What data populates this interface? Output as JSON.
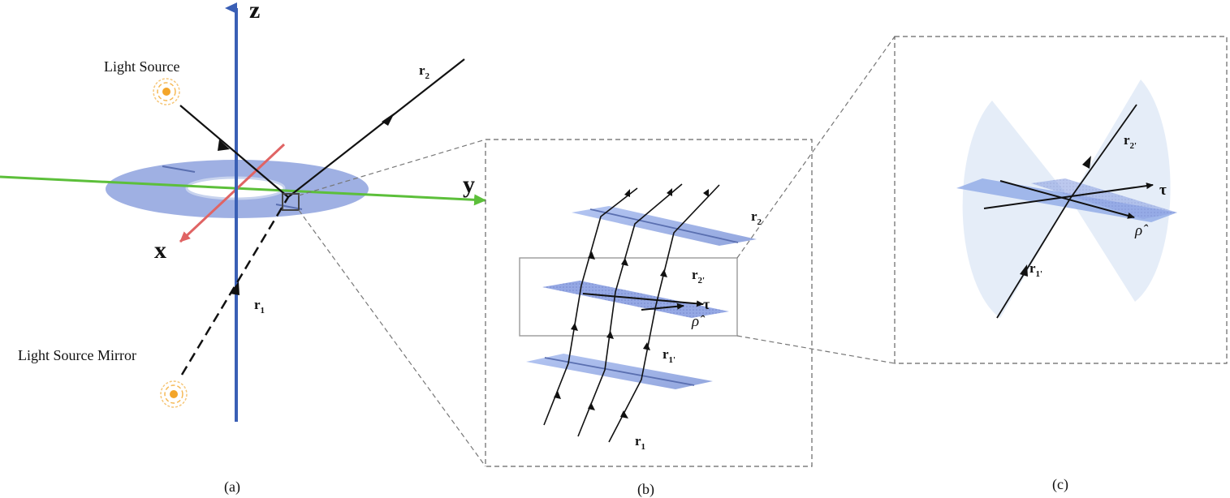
{
  "panel_a": {
    "caption": "(a)",
    "axis_z": "z",
    "axis_y": "y",
    "axis_x": "x",
    "light_source": "Light Source",
    "light_source_mirror": "Light Source Mirror",
    "r1": "r",
    "r1_sub": "1",
    "r2": "r",
    "r2_sub": "2"
  },
  "panel_b": {
    "caption": "(b)",
    "r1": "r",
    "r1_sub": "1",
    "r2": "r",
    "r2_sub": "2",
    "r1p": "r",
    "r1p_sub": "1'",
    "r2p": "r",
    "r2p_sub": "2'",
    "tau": "τ",
    "rho": "ρ̂"
  },
  "panel_c": {
    "caption": "(c)",
    "r1p": "r",
    "r1p_sub": "1'",
    "r2p": "r",
    "r2p_sub": "2'",
    "tau": "τ",
    "rho": "ρ̂"
  },
  "colors": {
    "z_axis": "#3a5fb5",
    "y_axis": "#5cbf3a",
    "x_axis": "#e06464",
    "disk": "#8ea2de",
    "plate": "#8fa9e6",
    "source": "#f3a52a",
    "cone": "#cfdff3"
  }
}
